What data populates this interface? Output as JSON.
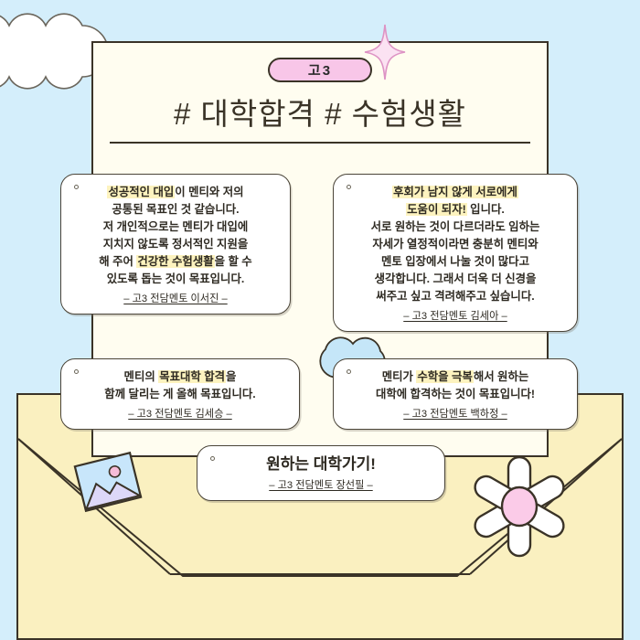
{
  "page": {
    "background_color": "#d4eefb",
    "card_color": "#fffdf0",
    "envelope_color": "#faf0c0",
    "ink_color": "#3a3327",
    "accent_pink": "#f8c6e8",
    "highlight_yellow": "#fdf3bf",
    "cloud_blue": "#cfe9fa"
  },
  "header": {
    "badge_label": "고3",
    "title": "# 대학합격  # 수험생활"
  },
  "testimonials": [
    {
      "id": "bubble-1",
      "lines": [
        [
          {
            "text": "성공적인 대입",
            "style": "highlight"
          },
          {
            "text": "이 멘티와 저의",
            "style": "bold"
          }
        ],
        [
          {
            "text": "공통된 목표인 것 같습니다.",
            "style": "bold"
          }
        ],
        [
          {
            "text": "저 개인적으로는 멘티가 대입에",
            "style": "bold"
          }
        ],
        [
          {
            "text": "지치지 않도록 정서적인 지원을",
            "style": "bold"
          }
        ],
        [
          {
            "text": "해 주어 ",
            "style": "bold"
          },
          {
            "text": "건강한 수험생활",
            "style": "highlight"
          },
          {
            "text": "을 할 수",
            "style": "bold"
          }
        ],
        [
          {
            "text": "있도록 돕는 것이 목표입니다.",
            "style": "bold"
          }
        ]
      ],
      "attribution": "– 고3 전담멘토 이서진 –"
    },
    {
      "id": "bubble-2",
      "lines": [
        [
          {
            "text": "후회가 남지 않게 서로에게",
            "style": "highlight"
          }
        ],
        [
          {
            "text": "도움이 되자!",
            "style": "highlight"
          },
          {
            "text": " 입니다.",
            "style": "bold"
          }
        ],
        [
          {
            "text": "서로 원하는 것이 다르더라도 임하는",
            "style": "bold"
          }
        ],
        [
          {
            "text": "자세가 열정적이라면 충분히 멘티와",
            "style": "bold"
          }
        ],
        [
          {
            "text": "멘토 입장에서 나눌 것이 많다고",
            "style": "bold"
          }
        ],
        [
          {
            "text": "생각합니다. 그래서 더욱 더 신경을",
            "style": "bold"
          }
        ],
        [
          {
            "text": "써주고 싶고 격려해주고 싶습니다.",
            "style": "bold"
          }
        ]
      ],
      "attribution": "– 고3 전담멘토 김세아 –"
    },
    {
      "id": "bubble-3",
      "lines": [
        [
          {
            "text": "멘티의 ",
            "style": "bold"
          },
          {
            "text": "목표대학 합격",
            "style": "highlight"
          },
          {
            "text": "을",
            "style": "bold"
          }
        ],
        [
          {
            "text": "함께 달리는 게 올해 목표입니다.",
            "style": "bold"
          }
        ]
      ],
      "attribution": "– 고3 전담멘토 김세승 –"
    },
    {
      "id": "bubble-4",
      "lines": [
        [
          {
            "text": "멘티가 ",
            "style": "bold"
          },
          {
            "text": "수학을 극복",
            "style": "highlight"
          },
          {
            "text": "해서 원하는",
            "style": "bold"
          }
        ],
        [
          {
            "text": "대학에 합격하는 것이 목표입니다!",
            "style": "bold"
          }
        ]
      ],
      "attribution": "– 고3 전담멘토 백하정 –"
    },
    {
      "id": "bubble-5",
      "lines": [
        [
          {
            "text": "원하는 대학가기!",
            "style": "bold-large"
          }
        ]
      ],
      "attribution": "– 고3 전담멘토 장선필 –"
    }
  ],
  "decorations": {
    "cloud_top_left": "white-scalloped-cloud",
    "cloud_middle": "blue-cloud",
    "sparkle": "four-point-sparkle",
    "photo": "photo-thumbnail-icon",
    "flower": "six-petal-flower"
  }
}
